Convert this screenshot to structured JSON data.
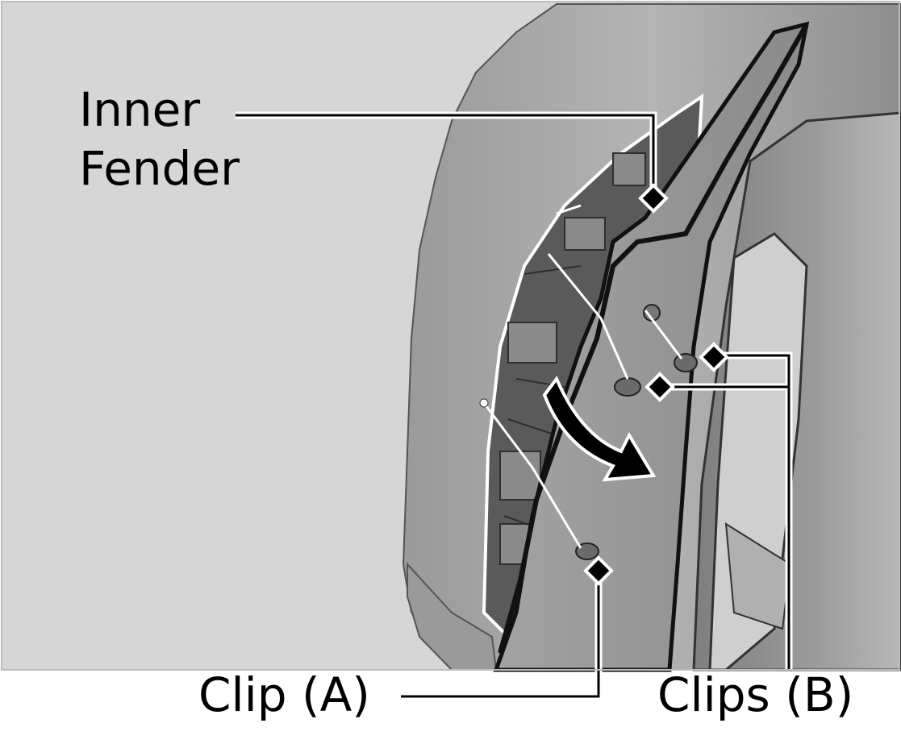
{
  "labels": {
    "inner_fender_line1": "Inner",
    "inner_fender_line2": "Fender",
    "clip_a": "Clip (A)",
    "clips_b": "Clips (B)"
  },
  "colors": {
    "background": "#d6d6d6",
    "ink": "#000000",
    "paper": "#ffffff"
  }
}
